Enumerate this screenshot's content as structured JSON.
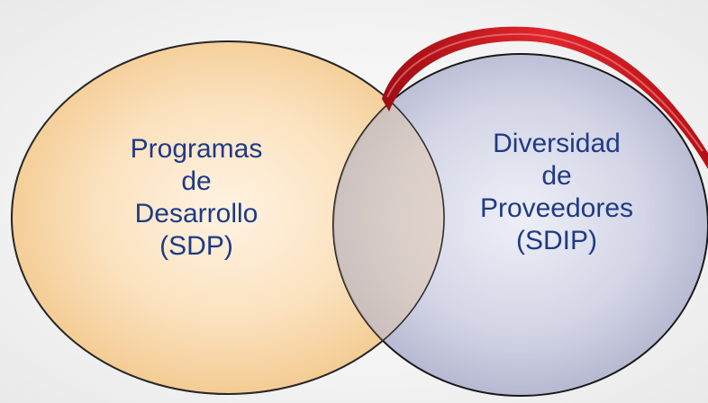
{
  "diagram": {
    "left_set": {
      "lines": [
        "Programas",
        "de",
        "Desarrollo",
        "(SDP)"
      ],
      "fill_color": "#f8d9ad"
    },
    "right_set": {
      "lines": [
        "Diversidad",
        "de",
        "Proveedores",
        "(SDIP)"
      ],
      "fill_color": "#c5c7dc"
    },
    "ribbon_color": "#c8141b",
    "text_color": "#1f3a86"
  }
}
